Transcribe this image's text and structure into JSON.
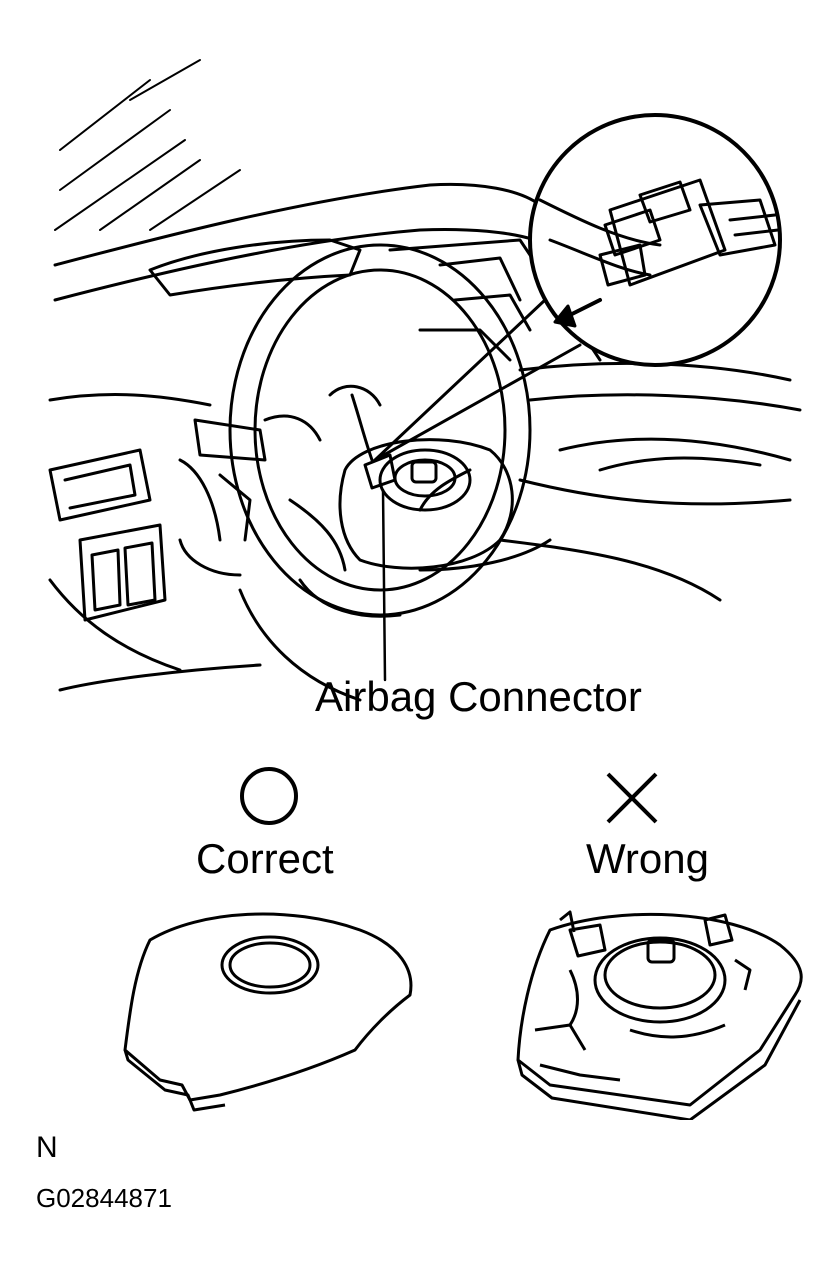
{
  "callout_label": "Airbag Connector",
  "correct_label": "Correct",
  "wrong_label": "Wrong",
  "orientation_letter": "N",
  "figure_code": "G02844871",
  "icons": {
    "correct": "circle-icon",
    "wrong": "cross-icon",
    "illustration": "steering-wheel-airbag-illustration"
  },
  "colors": {
    "ink": "#000000",
    "paper": "#ffffff"
  }
}
